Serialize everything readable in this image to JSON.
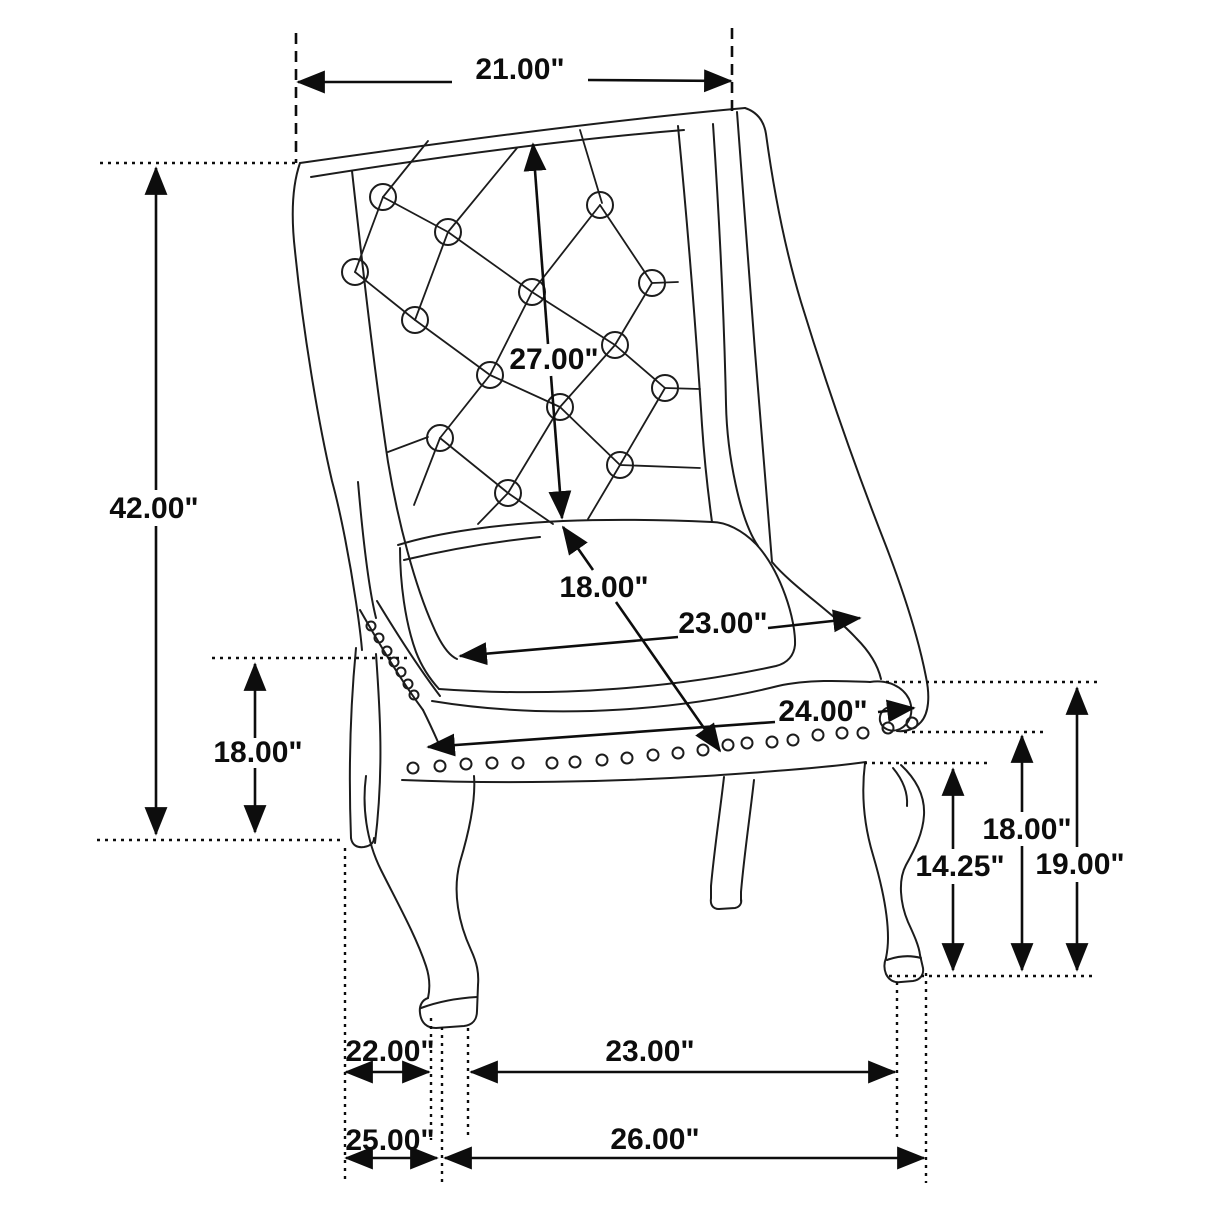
{
  "diagram": {
    "subject": "Tufted wingback dining arm chair - dimension line drawing",
    "unit": "inches",
    "colors": {
      "line": "#1c1c1c",
      "dimension": "#0d0d0d",
      "background": "#ffffff"
    },
    "dimensions": {
      "back_width": "21.00\"",
      "overall_height": "42.00\"",
      "back_height": "27.00\"",
      "back_to_seat_front": "18.00\"",
      "seat_depth": "23.00\"",
      "seat_front_width": "24.00\"",
      "seat_height_left": "18.00\"",
      "floor_to_seat_right": "18.00\"",
      "floor_to_apron": "14.25\"",
      "floor_to_arm": "19.00\"",
      "rear_leg_offset": "22.00\"",
      "front_leg_span": "23.00\"",
      "base_depth": "25.00\"",
      "overall_depth": "26.00\""
    }
  }
}
